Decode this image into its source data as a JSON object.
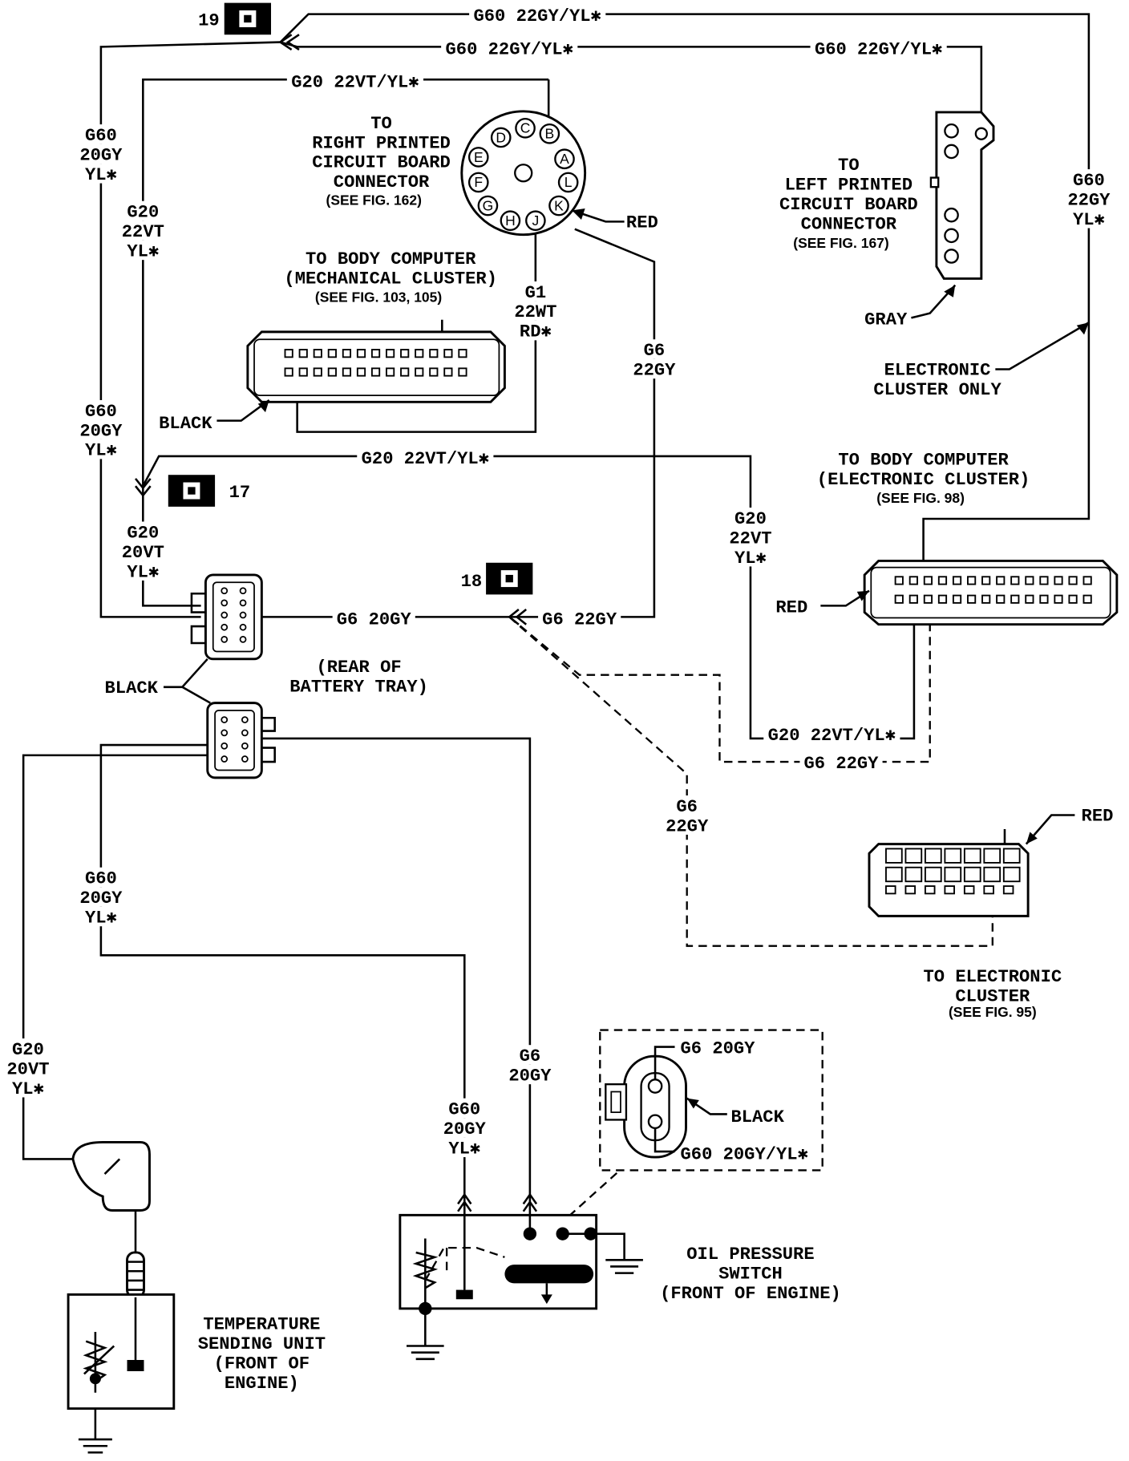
{
  "splices": {
    "s19": "19",
    "s17": "17",
    "s18": "18"
  },
  "wires": {
    "top_g60_a": [
      "G60 22GY/YL✱"
    ],
    "top_g60_b": [
      "G60 22GY/YL✱"
    ],
    "top_g60_c": [
      "G60 22GY/YL✱"
    ],
    "top_g20": [
      "G20 22VT/YL✱"
    ],
    "left_g60_a": [
      "G60",
      "20GY",
      "YL✱"
    ],
    "left_g20_a": [
      "G20",
      "22VT",
      "YL✱"
    ],
    "left_g60_b": [
      "G60",
      "20GY",
      "YL✱"
    ],
    "left_g20_b": [
      "G20",
      "20VT",
      "YL✱"
    ],
    "mid_g20": [
      "G20 22VT/YL✱"
    ],
    "g1": [
      "G1",
      "22WT",
      "RD✱"
    ],
    "g6_vertical": [
      "G6",
      "22GY"
    ],
    "right_g60": [
      "G60",
      "22GY",
      "YL✱"
    ],
    "right_g20": [
      "G20",
      "22VT",
      "YL✱"
    ],
    "g6_20gy": [
      "G6 20GY"
    ],
    "g6_22gy": [
      "G6 22GY"
    ],
    "g20_bottom": [
      "G20 22VT/YL✱"
    ],
    "g6_dashed_h": [
      "G6 22GY"
    ],
    "g6_dashed_v": [
      "G6",
      "22GY"
    ],
    "lower_g60": [
      "G60",
      "20GY",
      "YL✱"
    ],
    "lower_g6": [
      "G6",
      "20GY"
    ],
    "switch_g60": [
      "G60",
      "20GY",
      "YL✱"
    ],
    "far_left_g20": [
      "G20",
      "20VT",
      "YL✱"
    ]
  },
  "labels": {
    "right_pcb": [
      "TO",
      "RIGHT PRINTED",
      "CIRCUIT BOARD",
      "CONNECTOR"
    ],
    "right_pcb_ref": "(SEE FIG. 162)",
    "right_pcb_color": "RED",
    "left_pcb": [
      "TO",
      "LEFT PRINTED",
      "CIRCUIT BOARD",
      "CONNECTOR"
    ],
    "left_pcb_ref": "(SEE FIG. 167)",
    "left_pcb_color": "GRAY",
    "electronic_only": [
      "ELECTRONIC",
      "CLUSTER ONLY"
    ],
    "mech_bc": [
      "TO BODY COMPUTER",
      "(MECHANICAL CLUSTER)"
    ],
    "mech_bc_ref": "(SEE FIG. 103, 105)",
    "mech_bc_color": "BLACK",
    "elec_bc": [
      "TO BODY COMPUTER",
      "(ELECTRONIC CLUSTER)"
    ],
    "elec_bc_ref": "(SEE FIG. 98)",
    "elec_bc_color": "RED",
    "battery_tray": [
      "(REAR OF",
      "BATTERY TRAY)"
    ],
    "battery_color": "BLACK",
    "cluster_color": "RED",
    "cluster": [
      "TO ELECTRONIC",
      "CLUSTER"
    ],
    "cluster_ref": "(SEE FIG. 95)",
    "inset_g6": "G6 20GY",
    "inset_color": "BLACK",
    "inset_g60": "G60 20GY/YL✱",
    "oil_switch": [
      "OIL PRESSURE",
      "SWITCH",
      "(FRONT OF ENGINE)"
    ],
    "temp_unit": [
      "TEMPERATURE",
      "SENDING UNIT",
      "(FRONT OF",
      "ENGINE)"
    ]
  },
  "round_connector_pins": [
    "A",
    "B",
    "C",
    "D",
    "E",
    "F",
    "G",
    "H",
    "J",
    "K",
    "L"
  ]
}
